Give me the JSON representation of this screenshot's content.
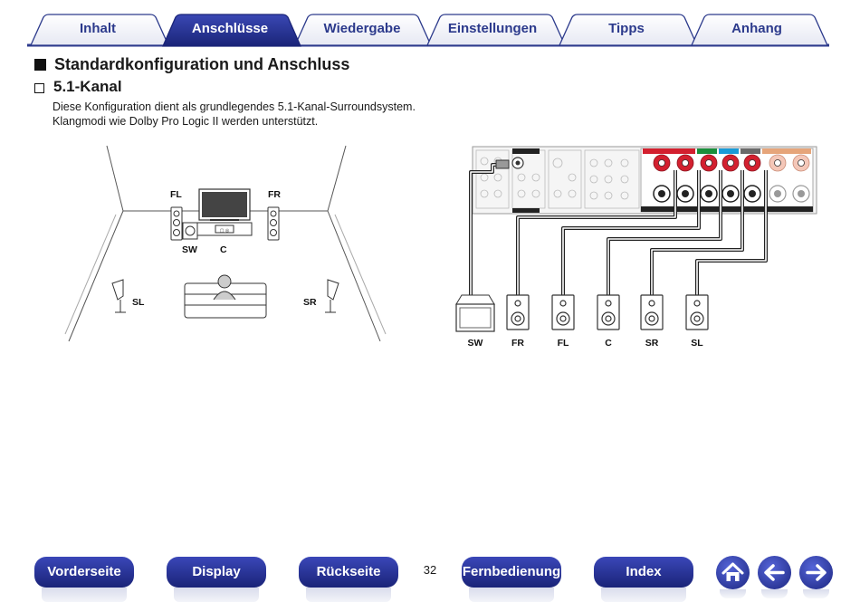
{
  "tabs": [
    {
      "label": "Inhalt",
      "active": false
    },
    {
      "label": "Anschlüsse",
      "active": true
    },
    {
      "label": "Wiedergabe",
      "active": false
    },
    {
      "label": "Einstellungen",
      "active": false
    },
    {
      "label": "Tipps",
      "active": false
    },
    {
      "label": "Anhang",
      "active": false
    }
  ],
  "heading": "Standardkonfiguration und Anschluss",
  "subheading": "5.1-Kanal",
  "description": [
    "Diese Konfiguration dient als grundlegendes 5.1-Kanal-Surroundsystem.",
    "Klangmodi wie Dolby Pro Logic II werden unterstützt."
  ],
  "room": {
    "labels": {
      "fl": "FL",
      "fr": "FR",
      "sw": "SW",
      "c": "C",
      "sl": "SL",
      "sr": "SR"
    }
  },
  "wiring": {
    "speakers": [
      "SW",
      "FR",
      "FL",
      "C",
      "SR",
      "SL"
    ]
  },
  "footer": {
    "buttons": [
      "Vorderseite",
      "Display",
      "Rückseite",
      "Fernbedienung",
      "Index"
    ],
    "page_number": "32",
    "icons": [
      "home-icon",
      "back-arrow-icon",
      "forward-arrow-icon"
    ]
  },
  "colors": {
    "brand_blue": "#2c3a8c",
    "speaker_red": "#d3202f",
    "tab_active": "#1f2a86"
  }
}
